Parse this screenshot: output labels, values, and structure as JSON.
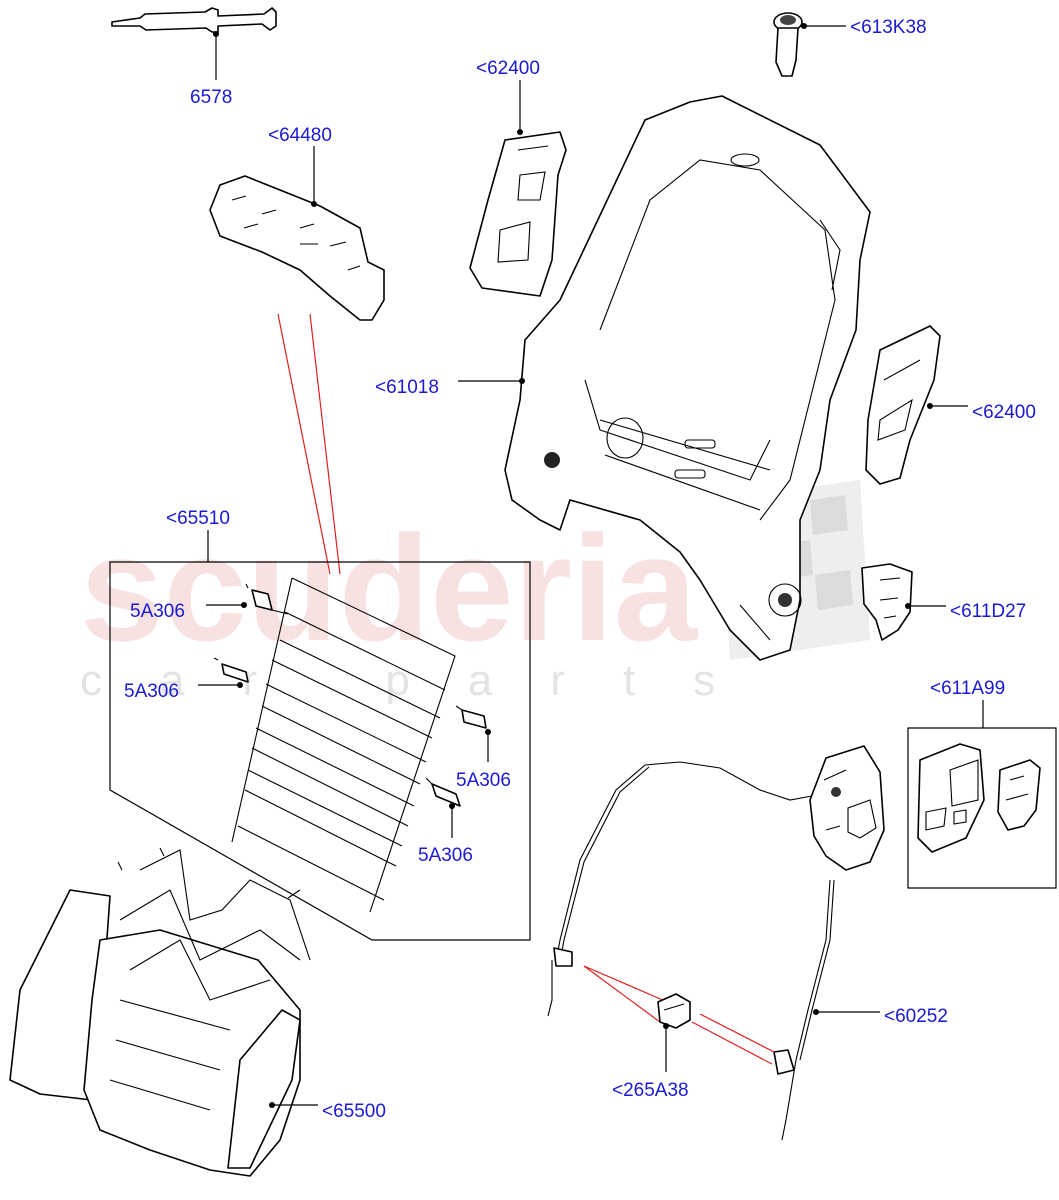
{
  "watermark": {
    "main": "scuderia",
    "sub": "car parts"
  },
  "labels": {
    "p6578": "6578",
    "p613K38": "<613K38",
    "p62400_top": "<62400",
    "p64480": "<64480",
    "p61018": "<61018",
    "p62400_right": "<62400",
    "p65510": "<65510",
    "p5A306_a": "5A306",
    "p5A306_b": "5A306",
    "p5A306_c": "5A306",
    "p5A306_d": "5A306",
    "p611D27": "<611D27",
    "p611A99": "<611A99",
    "p60252": "<60252",
    "p265A38": "<265A38",
    "p65500": "<65500"
  },
  "colors": {
    "callout": "#1a1ad6",
    "reference_line": "#e0201e"
  }
}
